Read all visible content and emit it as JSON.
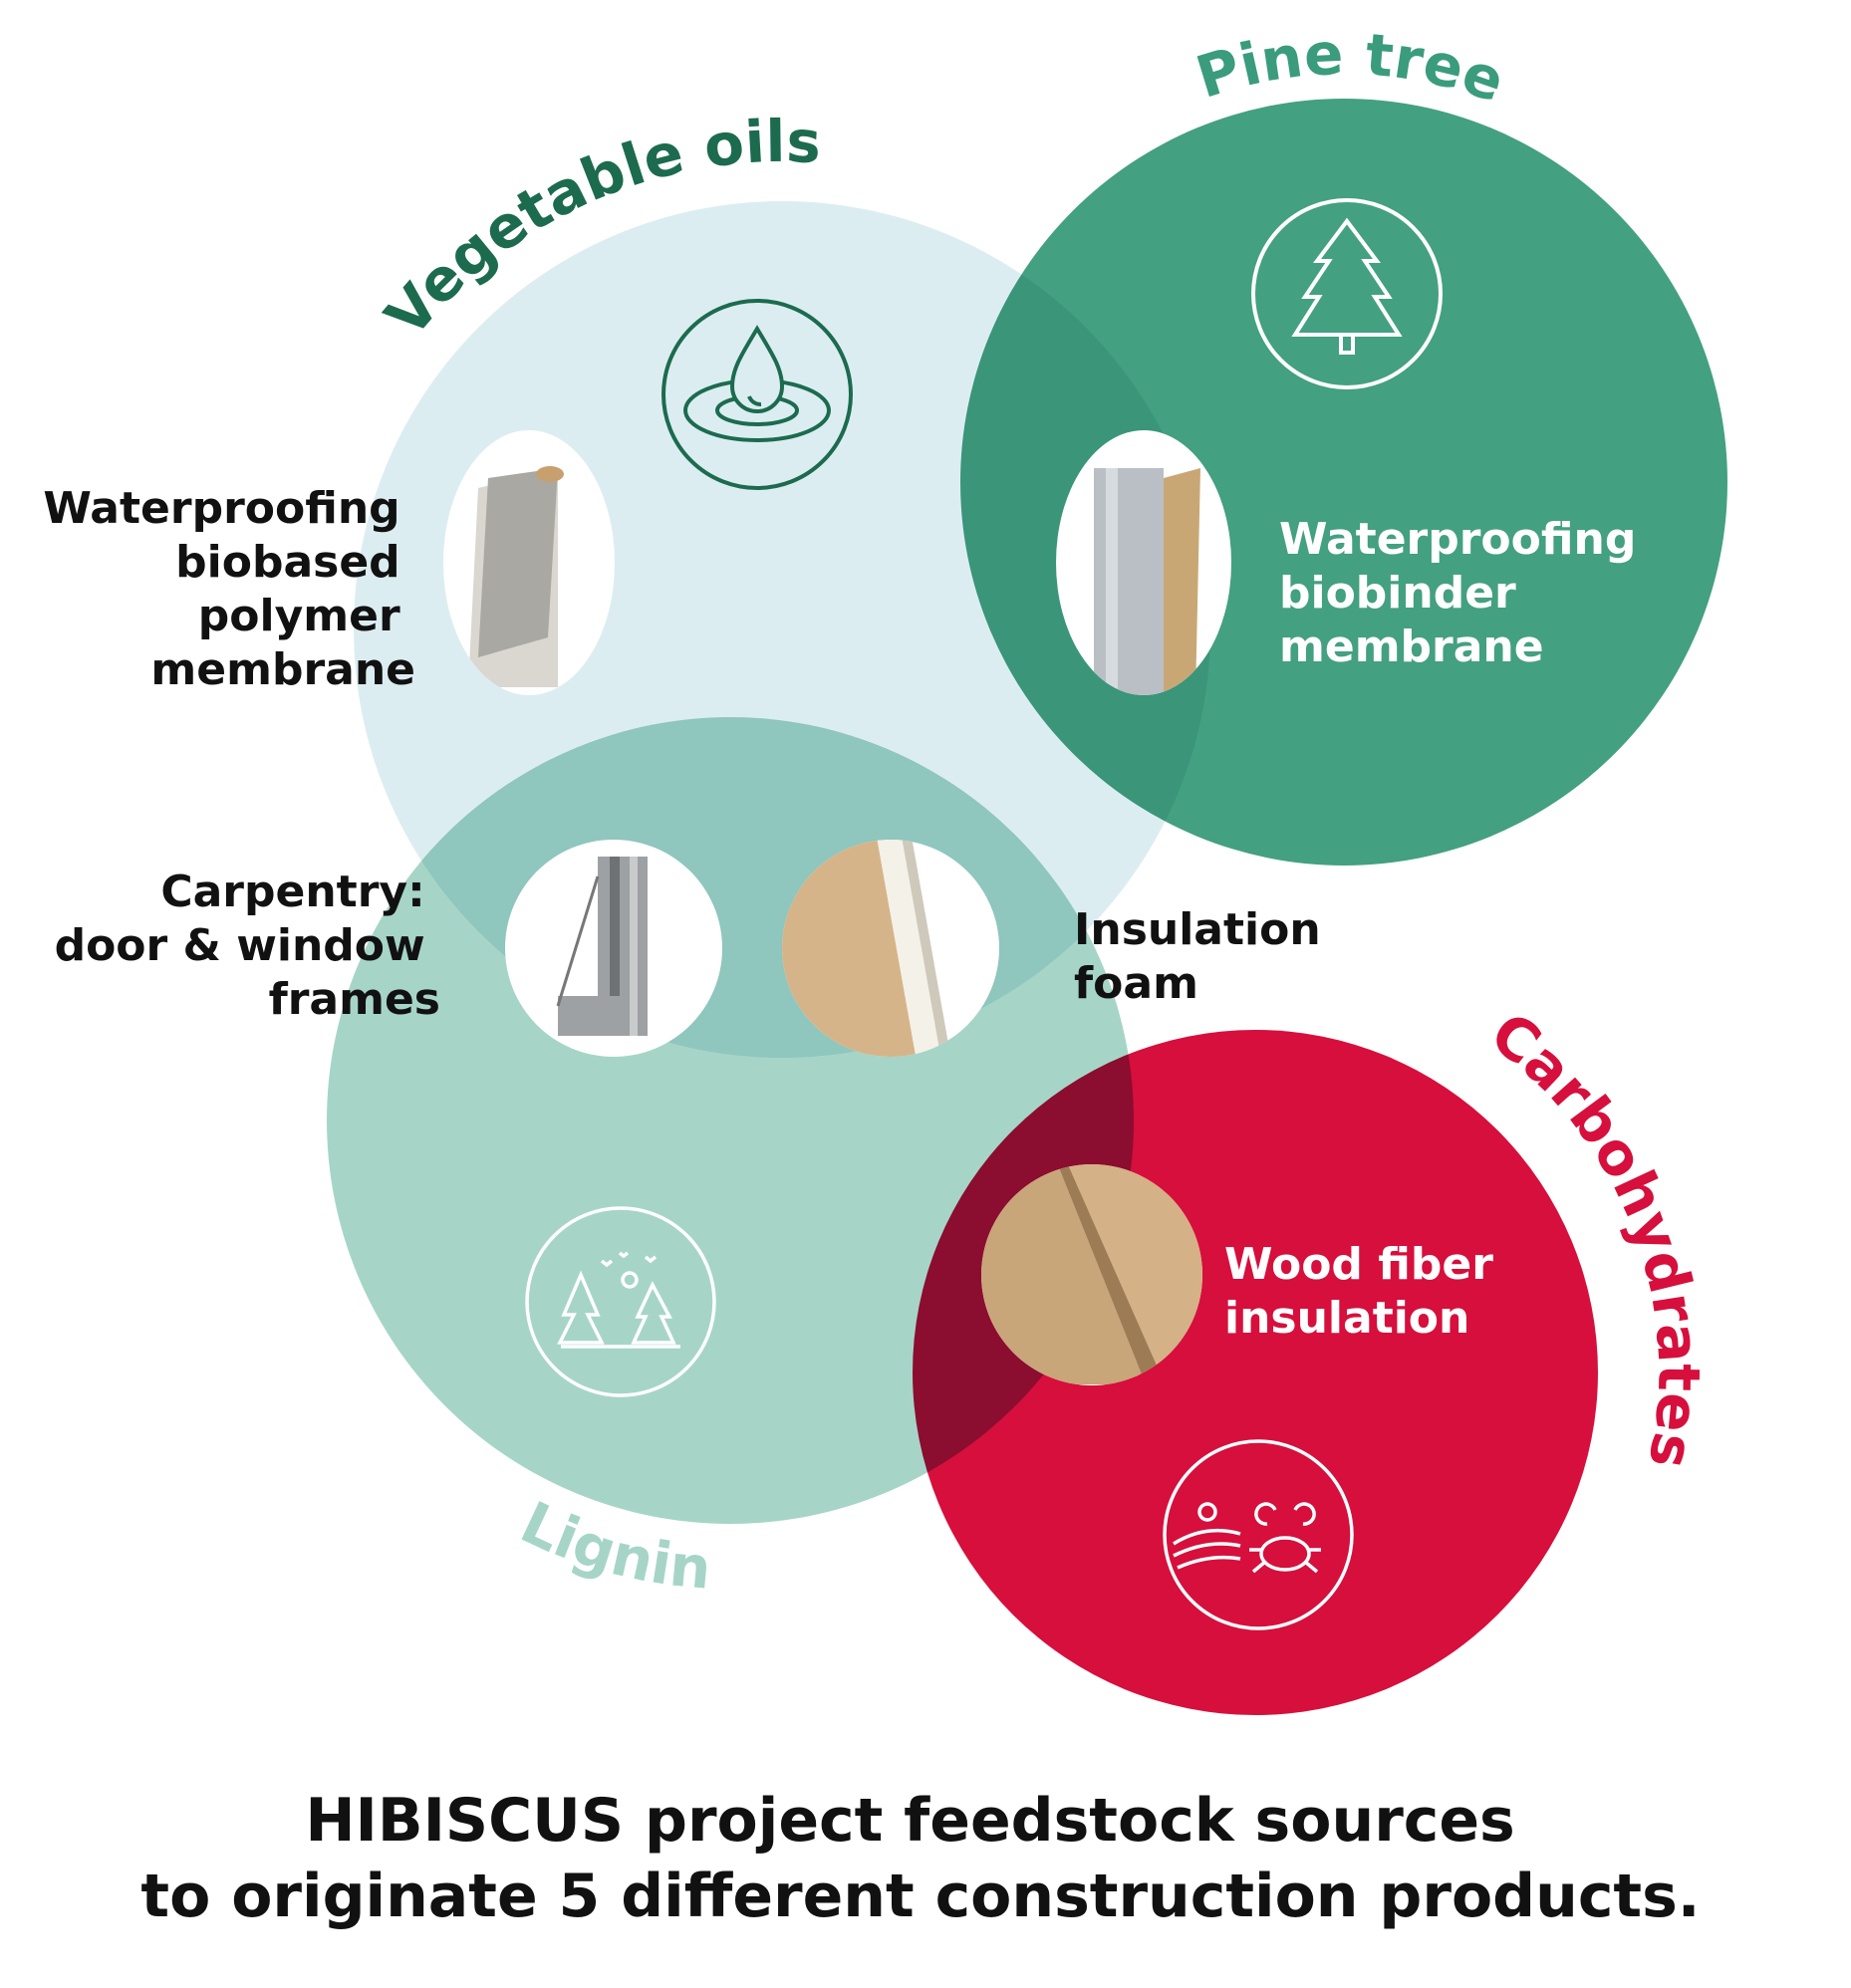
{
  "sources": {
    "vegetable_oils": {
      "label": "Vegetable oils",
      "color": "#dcedf2",
      "label_color": "#1c6b4f"
    },
    "pine_tree": {
      "label": "Pine tree",
      "color": "#43a080",
      "label_color": "#3a9c7c"
    },
    "lignin": {
      "label": "Lignin",
      "color": "#a6d5c8",
      "label_color": "#a6d5c8"
    },
    "carbohydrates": {
      "label": "Carbohydrates",
      "color": "#d60f3c",
      "label_color": "#d60f3c"
    }
  },
  "products": {
    "biobased_membrane": {
      "lines": [
        "Waterproofing",
        "biobased",
        "polymer",
        "membrane"
      ]
    },
    "biobinder_membrane": {
      "lines": [
        "Waterproofing",
        "biobinder",
        "membrane"
      ]
    },
    "carpentry": {
      "lines": [
        "Carpentry:",
        "door & window",
        "frames"
      ]
    },
    "insulation_foam": {
      "lines": [
        "Insulation",
        "foam"
      ]
    },
    "wood_fiber": {
      "lines": [
        "Wood fiber",
        "insulation"
      ]
    }
  },
  "icons": [
    "oil-drop-icon",
    "pine-tree-icon",
    "forest-icon",
    "field-and-crab-icon"
  ],
  "title": {
    "lines": [
      "HIBISCUS project feedstock sources",
      "to originate 5 different construction products."
    ]
  }
}
